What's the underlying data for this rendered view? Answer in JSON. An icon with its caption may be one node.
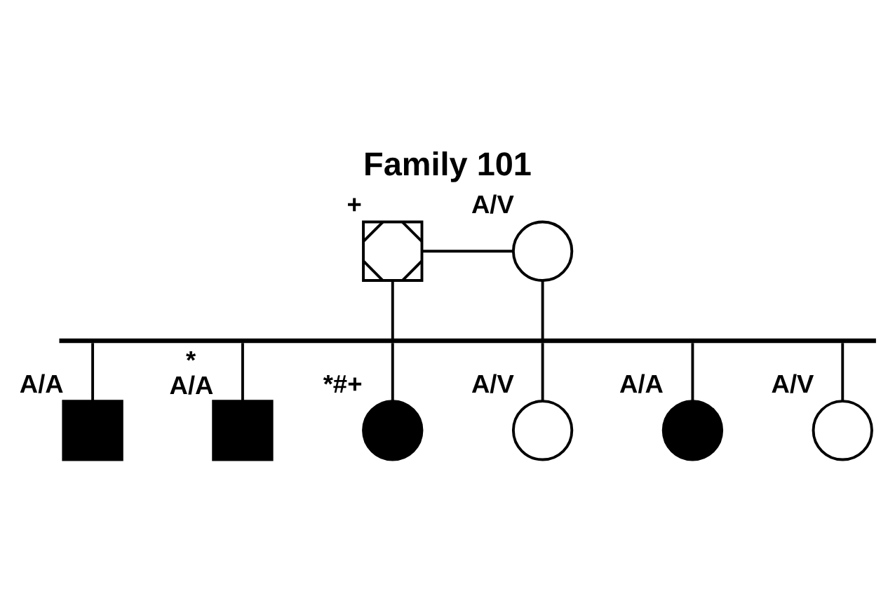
{
  "diagram": {
    "title": "Family 101",
    "nodes": [
      {
        "text": [],
        "shape": "box",
        "beside": [
          "+"
        ]
      },
      {
        "text": [],
        "shape": "circle",
        "beside": [
          "A/V"
        ]
      },
      {
        "text": [],
        "shape": "bar"
      },
      {
        "text": [],
        "shape": "box",
        "beside": [
          "A/A"
        ]
      },
      {
        "text": [],
        "shape": "box",
        "beside": [
          "*",
          "A/A"
        ]
      },
      {
        "text": [],
        "shape": "circle",
        "beside": [
          "*#+"
        ]
      },
      {
        "text": [],
        "shape": "circle",
        "beside": [
          "A/V"
        ]
      },
      {
        "text": [],
        "shape": "circle",
        "beside": [
          "A/A"
        ]
      },
      {
        "text": [],
        "shape": "circle",
        "beside": [
          "A/V"
        ]
      }
    ],
    "edges": [
      {
        "from": 0,
        "to": 1,
        "arrow": "none"
      },
      {
        "from": 0,
        "to": 2,
        "arrow": "none"
      },
      {
        "from": 1,
        "to": 2,
        "arrow": "none"
      },
      {
        "from": 2,
        "to": 3,
        "arrow": "none"
      },
      {
        "from": 2,
        "to": 4,
        "arrow": "none"
      },
      {
        "from": 2,
        "to": 5,
        "arrow": "none"
      },
      {
        "from": 2,
        "to": 6,
        "arrow": "none"
      },
      {
        "from": 2,
        "to": 7,
        "arrow": "none"
      },
      {
        "from": 2,
        "to": 8,
        "arrow": "none"
      }
    ]
  }
}
